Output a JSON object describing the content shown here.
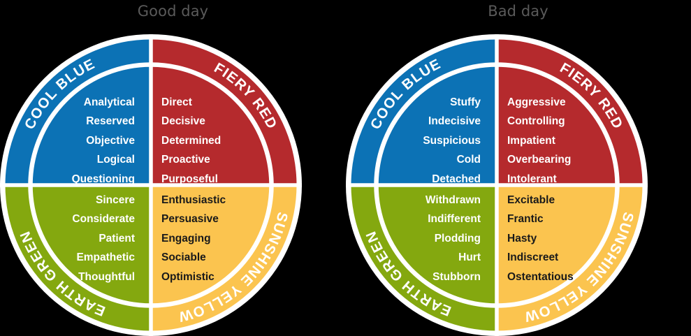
{
  "palette": {
    "cool_blue": "#0c72b5",
    "fiery_red": "#b52a2d",
    "earth_green": "#84a80f",
    "sunshine_yellow": "#fbc44f",
    "ring_white": "#ffffff",
    "title_grey": "#5a5a5a",
    "background": "#000000"
  },
  "diagrams": [
    {
      "id": "good-day",
      "title": "Good day",
      "quadrants": {
        "cool_blue": {
          "name": "COOL BLUE",
          "color": "#0c72b5",
          "position": "top-left",
          "words": [
            "Analytical",
            "Reserved",
            "Objective",
            "Logical",
            "Questioning"
          ]
        },
        "fiery_red": {
          "name": "FIERY RED",
          "color": "#b52a2d",
          "position": "top-right",
          "words": [
            "Direct",
            "Decisive",
            "Determined",
            "Proactive",
            "Purposeful"
          ]
        },
        "earth_green": {
          "name": "EARTH GREEN",
          "color": "#84a80f",
          "position": "bottom-left",
          "words": [
            "Sincere",
            "Considerate",
            "Patient",
            "Empathetic",
            "Thoughtful"
          ]
        },
        "sunshine_yellow": {
          "name": "SUNSHINE YELLOW",
          "color": "#fbc44f",
          "position": "bottom-right",
          "words": [
            "Enthusiastic",
            "Persuasive",
            "Engaging",
            "Sociable",
            "Optimistic"
          ]
        }
      }
    },
    {
      "id": "bad-day",
      "title": "Bad day",
      "quadrants": {
        "cool_blue": {
          "name": "COOL BLUE",
          "color": "#0c72b5",
          "position": "top-left",
          "words": [
            "Stuffy",
            "Indecisive",
            "Suspicious",
            "Cold",
            "Detached"
          ]
        },
        "fiery_red": {
          "name": "FIERY RED",
          "color": "#b52a2d",
          "position": "top-right",
          "words": [
            "Aggressive",
            "Controlling",
            "Impatient",
            "Overbearing",
            "Intolerant"
          ]
        },
        "earth_green": {
          "name": "EARTH GREEN",
          "color": "#84a80f",
          "position": "bottom-left",
          "words": [
            "Withdrawn",
            "Indifferent",
            "Plodding",
            "Hurt",
            "Stubborn"
          ]
        },
        "sunshine_yellow": {
          "name": "SUNSHINE YELLOW",
          "color": "#fbc44f",
          "position": "bottom-right",
          "words": [
            "Excitable",
            "Frantic",
            "Hasty",
            "Indiscreet",
            "Ostentatious"
          ]
        }
      }
    }
  ]
}
